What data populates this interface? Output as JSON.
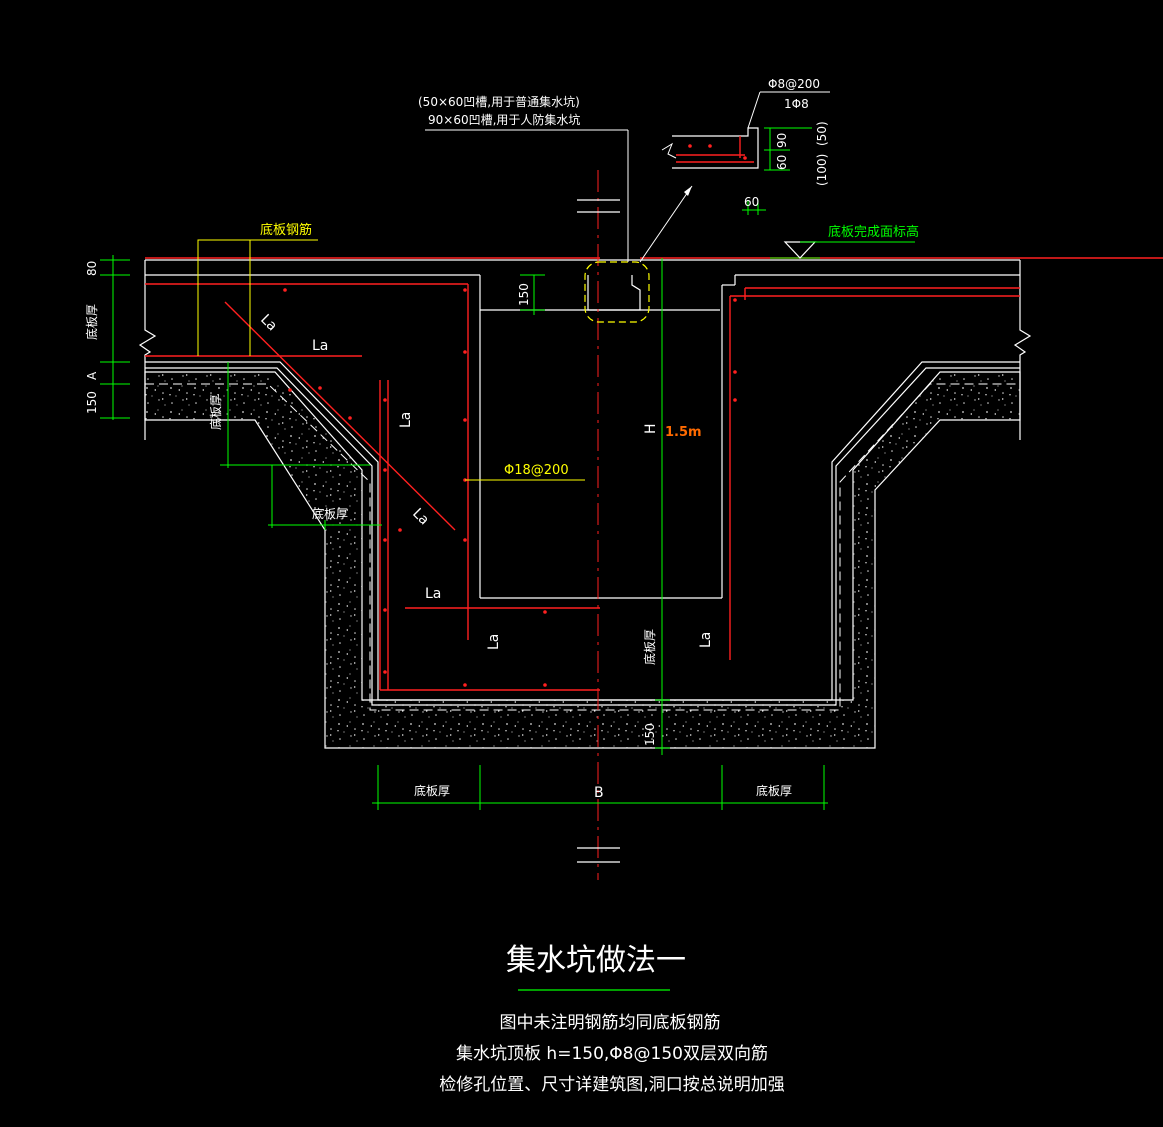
{
  "colors": {
    "background": "#000000",
    "line": "#ffffff",
    "rebar": "#ff2020",
    "dimension": "#00ff00",
    "annotation": "#ffff00",
    "highlight": "#ff6a00"
  },
  "labels": {
    "groove_note_1": "(50×60凹槽,用于普通集水坑)",
    "groove_note_2": "90×60凹槽,用于人防集水坑",
    "detail_rebar_1": "Φ8@200",
    "detail_rebar_2": "1Φ8",
    "detail_dim_90": "90",
    "detail_dim_60": "60",
    "detail_dim_50": "(50)",
    "detail_dim_100": "(100)",
    "detail_dim_60_bottom": "60",
    "bottom_rebar": "底板钢筋",
    "slab_top_elev": "底板完成面标高",
    "dim_80": "80",
    "slab_thickness_left": "底板厚",
    "dim_A": "A",
    "dim_150_left": "150",
    "dim_150_top": "150",
    "slab_thickness_slope1": "底板厚",
    "slab_thickness_slope2": "底板厚",
    "La_1": "La",
    "La_2": "La",
    "La_3": "La",
    "La_4": "La",
    "La_5": "La",
    "La_6": "La",
    "La_7": "La",
    "wall_rebar": "Φ18@200",
    "depth_H": "H",
    "depth_value": "1.5m",
    "slab_thickness_center": "底板厚",
    "dim_150_bottom": "150",
    "dim_bottom_left": "底板厚",
    "dim_B": "B",
    "dim_bottom_right": "底板厚"
  },
  "title": "集水坑做法一",
  "notes": [
    "图中未注明钢筋均同底板钢筋",
    "集水坑顶板 h=150,Φ8@150双层双向筋",
    "检修孔位置、尺寸详建筑图,洞口按总说明加强"
  ]
}
